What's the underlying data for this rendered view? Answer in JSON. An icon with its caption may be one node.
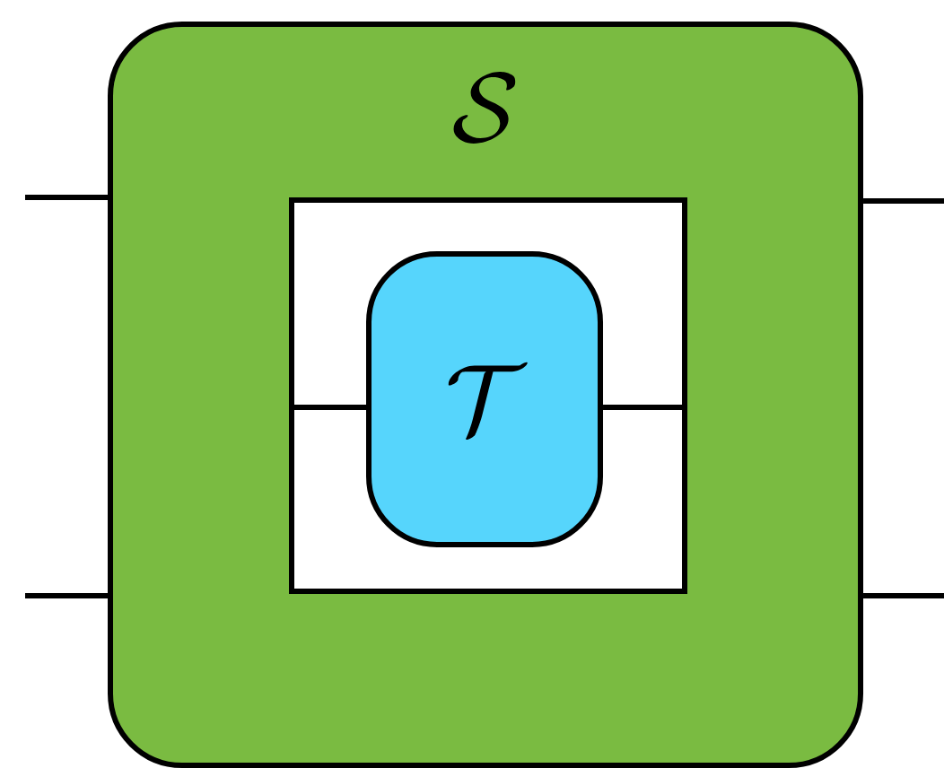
{
  "diagram": {
    "nodes": [
      {
        "text": [
          "\\mathcal{S}"
        ]
      },
      {
        "text": [],
        "shape": "box",
        "in": 0
      },
      {
        "text": [
          "\\mathcal{T}"
        ],
        "in": 1
      }
    ],
    "edges": [
      {
        "from": null,
        "to": 0,
        "arrow": "none"
      },
      {
        "from": null,
        "to": 0,
        "arrow": "none"
      },
      {
        "from": 1,
        "to": 2,
        "arrow": "none"
      },
      {
        "from": 2,
        "to": 1,
        "arrow": "none"
      },
      {
        "from": 0,
        "to": null,
        "arrow": "none"
      },
      {
        "from": 0,
        "to": null,
        "arrow": "none"
      }
    ]
  }
}
